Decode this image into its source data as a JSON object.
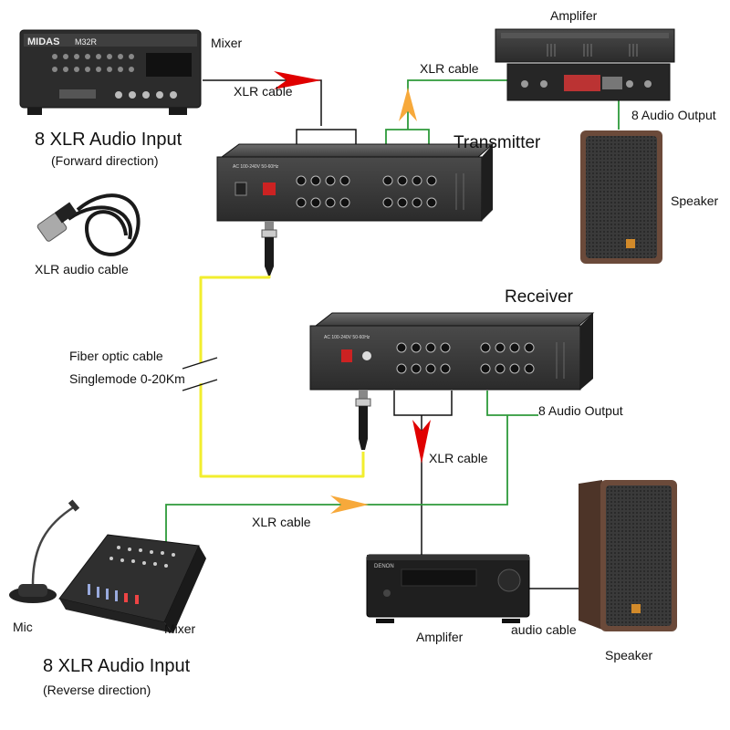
{
  "labels": {
    "mixer_top": "Mixer",
    "input_forward_title": "8 XLR Audio Input",
    "input_forward_sub": "(Forward direction)",
    "xlr_cable_top": "XLR cable",
    "xlr_cable_amp": "XLR cable",
    "amplifier_top": "Amplifer",
    "audio_output_top": "8 Audio Output",
    "transmitter": "Transmitter",
    "speaker_top": "Speaker",
    "xlr_audio_cable": "XLR audio cable",
    "receiver": "Receiver",
    "fiber_line1": "Fiber optic cable",
    "fiber_line2": "Singlemode 0-20Km",
    "audio_output_bottom": "8 Audio Output",
    "xlr_cable_receiver": "XLR cable",
    "xlr_cable_bottom": "XLR cable",
    "mic": "Mic",
    "mixer_bottom": "Mixer",
    "amplifier_bottom": "Amplifer",
    "audio_cable": "audio cable",
    "speaker_bottom": "Speaker",
    "input_reverse_title": "8 XLR Audio Input",
    "input_reverse_sub": "(Reverse direction)"
  },
  "device_marks": {
    "mixer_brand": "MIDAS",
    "mixer_model": "M32R",
    "avr_brand": "DENON"
  },
  "colors": {
    "cable_black": "#111111",
    "cable_green": "#2e9a3a",
    "fiber_yellow": "#f2ee2e",
    "arrow_red": "#e00000",
    "arrow_orange": "#f7a93b",
    "device_dark": "#2a2a2a",
    "speaker_wood": "#6b4a3a",
    "speaker_grille": "#3b3b3b"
  }
}
